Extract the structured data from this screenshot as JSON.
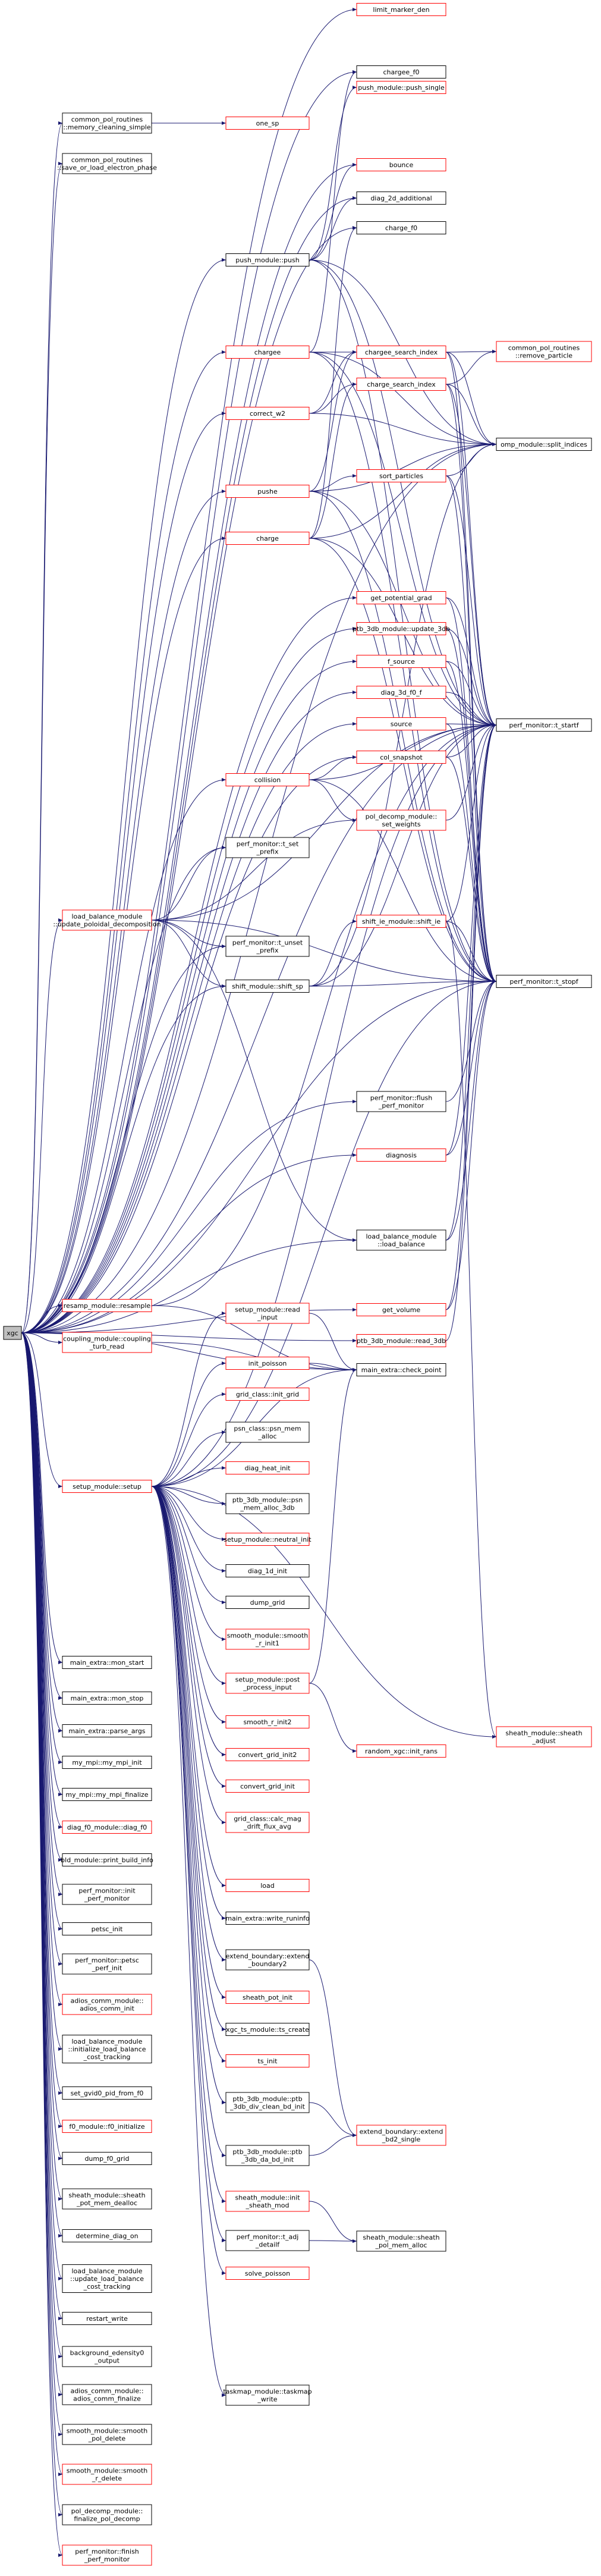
{
  "colors": {
    "edge": "#191970",
    "black_border": "#000000",
    "red_border": "#ff0000",
    "root_fill": "#bfbfbf"
  },
  "root": {
    "id": "xgc",
    "lines": [
      "xgc"
    ]
  },
  "nodes": [
    {
      "id": "c01",
      "lines": [
        "common_pol_routines",
        "::memory_cleaning_simple"
      ],
      "border": "black"
    },
    {
      "id": "c02",
      "lines": [
        "common_pol_routines",
        "::save_or_load_electron_phase"
      ],
      "border": "black"
    },
    {
      "id": "c03",
      "lines": [
        "push_module::push"
      ],
      "border": "black"
    },
    {
      "id": "c04",
      "lines": [
        "chargee"
      ],
      "border": "red"
    },
    {
      "id": "c05",
      "lines": [
        "correct_w2"
      ],
      "border": "red"
    },
    {
      "id": "c06",
      "lines": [
        "pushe"
      ],
      "border": "red"
    },
    {
      "id": "c07",
      "lines": [
        "charge"
      ],
      "border": "red"
    },
    {
      "id": "c08",
      "lines": [
        "collision"
      ],
      "border": "red"
    },
    {
      "id": "c09",
      "lines": [
        "perf_monitor::t_set",
        "_prefix"
      ],
      "border": "black"
    },
    {
      "id": "c10",
      "lines": [
        "load_balance_module",
        "::update_poloidal_decomposition"
      ],
      "border": "red"
    },
    {
      "id": "c11",
      "lines": [
        "perf_monitor::t_unset",
        "_prefix"
      ],
      "border": "black"
    },
    {
      "id": "c12",
      "lines": [
        "shift_module::shift_sp"
      ],
      "border": "black"
    },
    {
      "id": "c13",
      "lines": [
        "resamp_module::resample"
      ],
      "border": "red"
    },
    {
      "id": "c14",
      "lines": [
        "coupling_module::coupling",
        "_turb_read"
      ],
      "border": "red"
    },
    {
      "id": "c15",
      "lines": [
        "setup_module::setup"
      ],
      "border": "red"
    },
    {
      "id": "c16",
      "lines": [
        "main_extra::mon_start"
      ],
      "border": "black"
    },
    {
      "id": "c17",
      "lines": [
        "main_extra::mon_stop"
      ],
      "border": "black"
    },
    {
      "id": "c18",
      "lines": [
        "main_extra::parse_args"
      ],
      "border": "black"
    },
    {
      "id": "c19",
      "lines": [
        "my_mpi::my_mpi_init"
      ],
      "border": "black"
    },
    {
      "id": "c20",
      "lines": [
        "my_mpi::my_mpi_finalize"
      ],
      "border": "black"
    },
    {
      "id": "c21",
      "lines": [
        "diag_f0_module::diag_f0"
      ],
      "border": "red"
    },
    {
      "id": "c22",
      "lines": [
        "bld_module::print_build_info"
      ],
      "border": "black"
    },
    {
      "id": "c23",
      "lines": [
        "perf_monitor::init",
        "_perf_monitor"
      ],
      "border": "black"
    },
    {
      "id": "c24",
      "lines": [
        "petsc_init"
      ],
      "border": "black"
    },
    {
      "id": "c25",
      "lines": [
        "perf_monitor::petsc",
        "_perf_init"
      ],
      "border": "black"
    },
    {
      "id": "c26",
      "lines": [
        "adios_comm_module::",
        "adios_comm_init"
      ],
      "border": "red"
    },
    {
      "id": "c27",
      "lines": [
        "load_balance_module",
        "::initialize_load_balance",
        "_cost_tracking"
      ],
      "border": "black"
    },
    {
      "id": "c28",
      "lines": [
        "set_gvid0_pid_from_f0"
      ],
      "border": "black"
    },
    {
      "id": "c29",
      "lines": [
        "f0_module::f0_initialize"
      ],
      "border": "red"
    },
    {
      "id": "c30",
      "lines": [
        "dump_f0_grid"
      ],
      "border": "black"
    },
    {
      "id": "c31",
      "lines": [
        "sheath_module::sheath",
        "_pot_mem_dealloc"
      ],
      "border": "black"
    },
    {
      "id": "c32",
      "lines": [
        "determine_diag_on"
      ],
      "border": "black"
    },
    {
      "id": "c33",
      "lines": [
        "load_balance_module",
        "::update_load_balance",
        "_cost_tracking"
      ],
      "border": "black"
    },
    {
      "id": "c34",
      "lines": [
        "restart_write"
      ],
      "border": "black"
    },
    {
      "id": "c35",
      "lines": [
        "background_edensity0",
        "_output"
      ],
      "border": "black"
    },
    {
      "id": "c36",
      "lines": [
        "adios_comm_module::",
        "adios_comm_finalize"
      ],
      "border": "black"
    },
    {
      "id": "c37",
      "lines": [
        "smooth_module::smooth",
        "_pol_delete"
      ],
      "border": "black"
    },
    {
      "id": "c38",
      "lines": [
        "smooth_module::smooth",
        "_r_delete"
      ],
      "border": "red"
    },
    {
      "id": "c39",
      "lines": [
        "pol_decomp_module::",
        "finalize_pol_decomp"
      ],
      "border": "black"
    },
    {
      "id": "c40",
      "lines": [
        "perf_monitor::finish",
        "_perf_monitor"
      ],
      "border": "red"
    },
    {
      "id": "d01",
      "lines": [
        "one_sp"
      ],
      "border": "red"
    },
    {
      "id": "d02",
      "lines": [
        "limit_marker_den"
      ],
      "border": "red"
    },
    {
      "id": "d03",
      "lines": [
        "chargee_f0"
      ],
      "border": "black"
    },
    {
      "id": "d04",
      "lines": [
        "push_module::push_single"
      ],
      "border": "red"
    },
    {
      "id": "d05",
      "lines": [
        "bounce"
      ],
      "border": "red"
    },
    {
      "id": "d06",
      "lines": [
        "diag_2d_additional"
      ],
      "border": "black"
    },
    {
      "id": "d07",
      "lines": [
        "charge_f0"
      ],
      "border": "black"
    },
    {
      "id": "d08",
      "lines": [
        "chargee_search_index"
      ],
      "border": "red"
    },
    {
      "id": "d09",
      "lines": [
        "charge_search_index"
      ],
      "border": "red"
    },
    {
      "id": "d10",
      "lines": [
        "sort_particles"
      ],
      "border": "red"
    },
    {
      "id": "d11",
      "lines": [
        "get_potential_grad"
      ],
      "border": "red"
    },
    {
      "id": "d12",
      "lines": [
        "ptb_3db_module::update_3db"
      ],
      "border": "red"
    },
    {
      "id": "d13",
      "lines": [
        "f_source"
      ],
      "border": "red"
    },
    {
      "id": "d14",
      "lines": [
        "diag_3d_f0_f"
      ],
      "border": "red"
    },
    {
      "id": "d15",
      "lines": [
        "source"
      ],
      "border": "red"
    },
    {
      "id": "d16",
      "lines": [
        "col_snapshot"
      ],
      "border": "red"
    },
    {
      "id": "d17",
      "lines": [
        "pol_decomp_module::",
        "set_weights"
      ],
      "border": "red"
    },
    {
      "id": "d18",
      "lines": [
        "shift_ie_module::shift_ie"
      ],
      "border": "red"
    },
    {
      "id": "d19",
      "lines": [
        "perf_monitor::flush",
        "_perf_monitor"
      ],
      "border": "black"
    },
    {
      "id": "d20",
      "lines": [
        "diagnosis"
      ],
      "border": "red"
    },
    {
      "id": "d21",
      "lines": [
        "load_balance_module",
        "::load_balance"
      ],
      "border": "black"
    },
    {
      "id": "d22",
      "lines": [
        "get_volume"
      ],
      "border": "red"
    },
    {
      "id": "d23",
      "lines": [
        "ptb_3db_module::read_3db"
      ],
      "border": "red"
    },
    {
      "id": "d24",
      "lines": [
        "main_extra::check_point"
      ],
      "border": "black"
    },
    {
      "id": "e01",
      "lines": [
        "common_pol_routines",
        "::remove_particle"
      ],
      "border": "red"
    },
    {
      "id": "e02",
      "lines": [
        "omp_module::split_indices"
      ],
      "border": "black"
    },
    {
      "id": "e03",
      "lines": [
        "perf_monitor::t_startf"
      ],
      "border": "black"
    },
    {
      "id": "e04",
      "lines": [
        "perf_monitor::t_stopf"
      ],
      "border": "black"
    },
    {
      "id": "e05",
      "lines": [
        "sheath_module::sheath",
        "_adjust"
      ],
      "border": "red"
    },
    {
      "id": "s01",
      "lines": [
        "setup_module::read",
        "_input"
      ],
      "border": "red"
    },
    {
      "id": "s02",
      "lines": [
        "init_poisson"
      ],
      "border": "red"
    },
    {
      "id": "s03",
      "lines": [
        "grid_class::init_grid"
      ],
      "border": "red"
    },
    {
      "id": "s04",
      "lines": [
        "psn_class::psn_mem",
        "_alloc"
      ],
      "border": "black"
    },
    {
      "id": "s05",
      "lines": [
        "diag_heat_init"
      ],
      "border": "red"
    },
    {
      "id": "s06",
      "lines": [
        "ptb_3db_module::psn",
        "_mem_alloc_3db"
      ],
      "border": "black"
    },
    {
      "id": "s07",
      "lines": [
        "setup_module::neutral_init"
      ],
      "border": "red"
    },
    {
      "id": "s08",
      "lines": [
        "diag_1d_init"
      ],
      "border": "black"
    },
    {
      "id": "s09",
      "lines": [
        "dump_grid"
      ],
      "border": "black"
    },
    {
      "id": "s10",
      "lines": [
        "smooth_module::smooth",
        "_r_init1"
      ],
      "border": "red"
    },
    {
      "id": "s11",
      "lines": [
        "setup_module::post",
        "_process_input"
      ],
      "border": "red"
    },
    {
      "id": "s12",
      "lines": [
        "smooth_r_init2"
      ],
      "border": "red"
    },
    {
      "id": "s13",
      "lines": [
        "convert_grid_init2"
      ],
      "border": "red"
    },
    {
      "id": "s14",
      "lines": [
        "convert_grid_init"
      ],
      "border": "red"
    },
    {
      "id": "s15",
      "lines": [
        "grid_class::calc_mag",
        "_drift_flux_avg"
      ],
      "border": "red"
    },
    {
      "id": "s16",
      "lines": [
        "load"
      ],
      "border": "red"
    },
    {
      "id": "s17",
      "lines": [
        "main_extra::write_runinfo"
      ],
      "border": "black"
    },
    {
      "id": "s18",
      "lines": [
        "extend_boundary::extend",
        "_boundary2"
      ],
      "border": "black"
    },
    {
      "id": "s19",
      "lines": [
        "sheath_pot_init"
      ],
      "border": "red"
    },
    {
      "id": "s20",
      "lines": [
        "xgc_ts_module::ts_create"
      ],
      "border": "black"
    },
    {
      "id": "s21",
      "lines": [
        "ts_init"
      ],
      "border": "red"
    },
    {
      "id": "s22",
      "lines": [
        "ptb_3db_module::ptb",
        "_3db_div_clean_bd_init"
      ],
      "border": "black"
    },
    {
      "id": "s23",
      "lines": [
        "ptb_3db_module::ptb",
        "_3db_da_bd_init"
      ],
      "border": "black"
    },
    {
      "id": "s24",
      "lines": [
        "sheath_module::init",
        "_sheath_mod"
      ],
      "border": "red"
    },
    {
      "id": "s25",
      "lines": [
        "perf_monitor::t_adj",
        "_detailf"
      ],
      "border": "black"
    },
    {
      "id": "s26",
      "lines": [
        "solve_poisson"
      ],
      "border": "red"
    },
    {
      "id": "s27",
      "lines": [
        "taskmap_module::taskmap",
        "_write"
      ],
      "border": "black"
    },
    {
      "id": "f01",
      "lines": [
        "random_xgc::init_rans"
      ],
      "border": "red"
    },
    {
      "id": "f02",
      "lines": [
        "extend_boundary::extend",
        "_bd2_single"
      ],
      "border": "red"
    },
    {
      "id": "f03",
      "lines": [
        "sheath_module::sheath",
        "_pol_mem_alloc"
      ],
      "border": "black"
    }
  ]
}
